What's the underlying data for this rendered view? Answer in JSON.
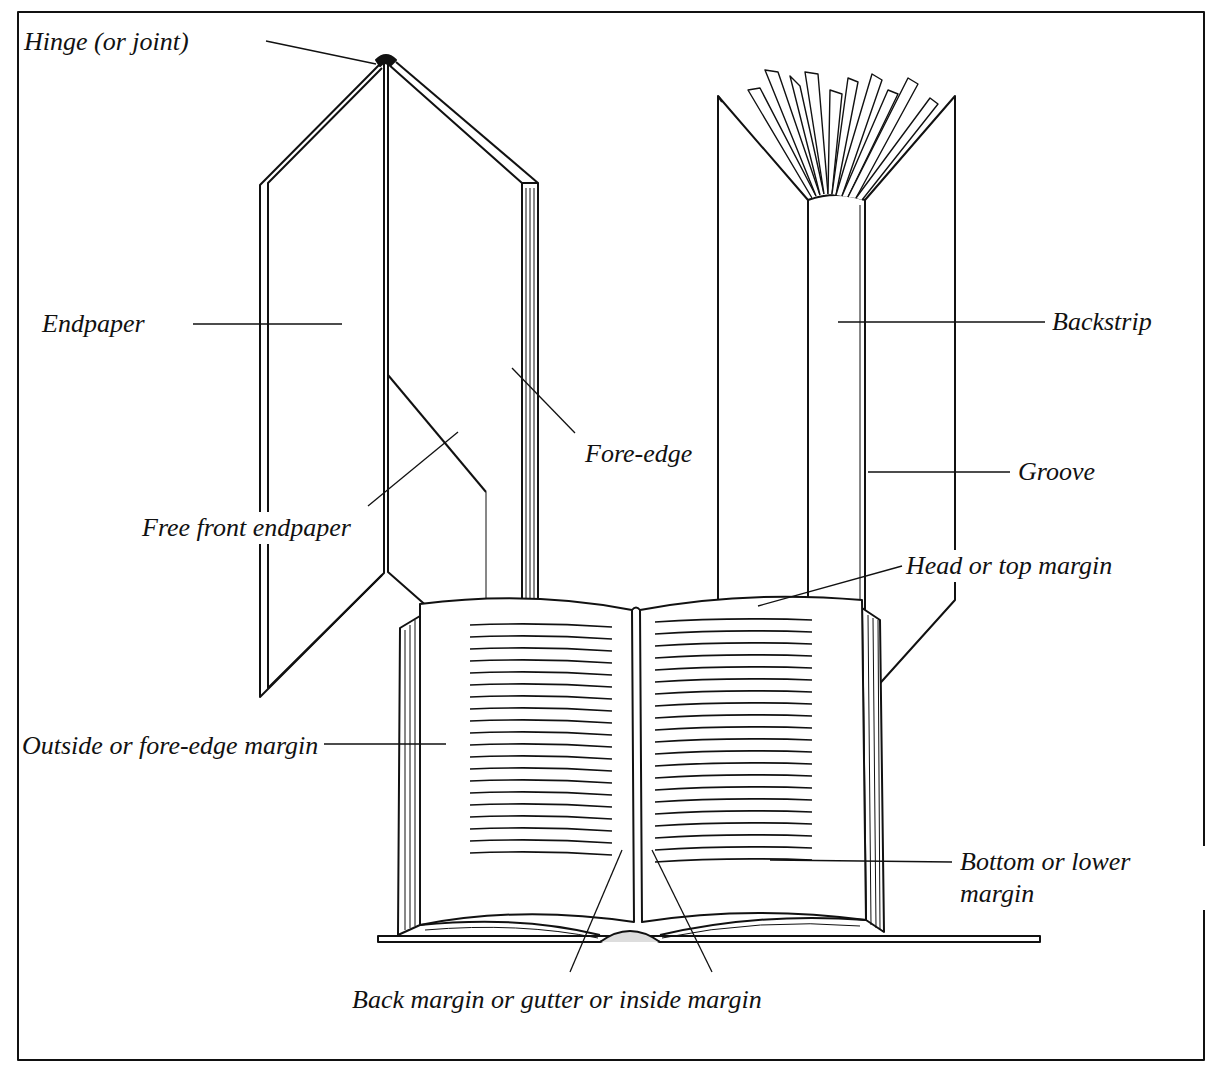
{
  "diagram": {
    "labels": [
      "Hinge (or joint)",
      "Endpaper",
      "Free front endpaper",
      "Fore-edge",
      "Backstrip",
      "Groove",
      "Head or top margin",
      "Outside or fore-edge margin",
      "Bottom or lower margin",
      "Back margin or gutter or inside margin"
    ]
  }
}
